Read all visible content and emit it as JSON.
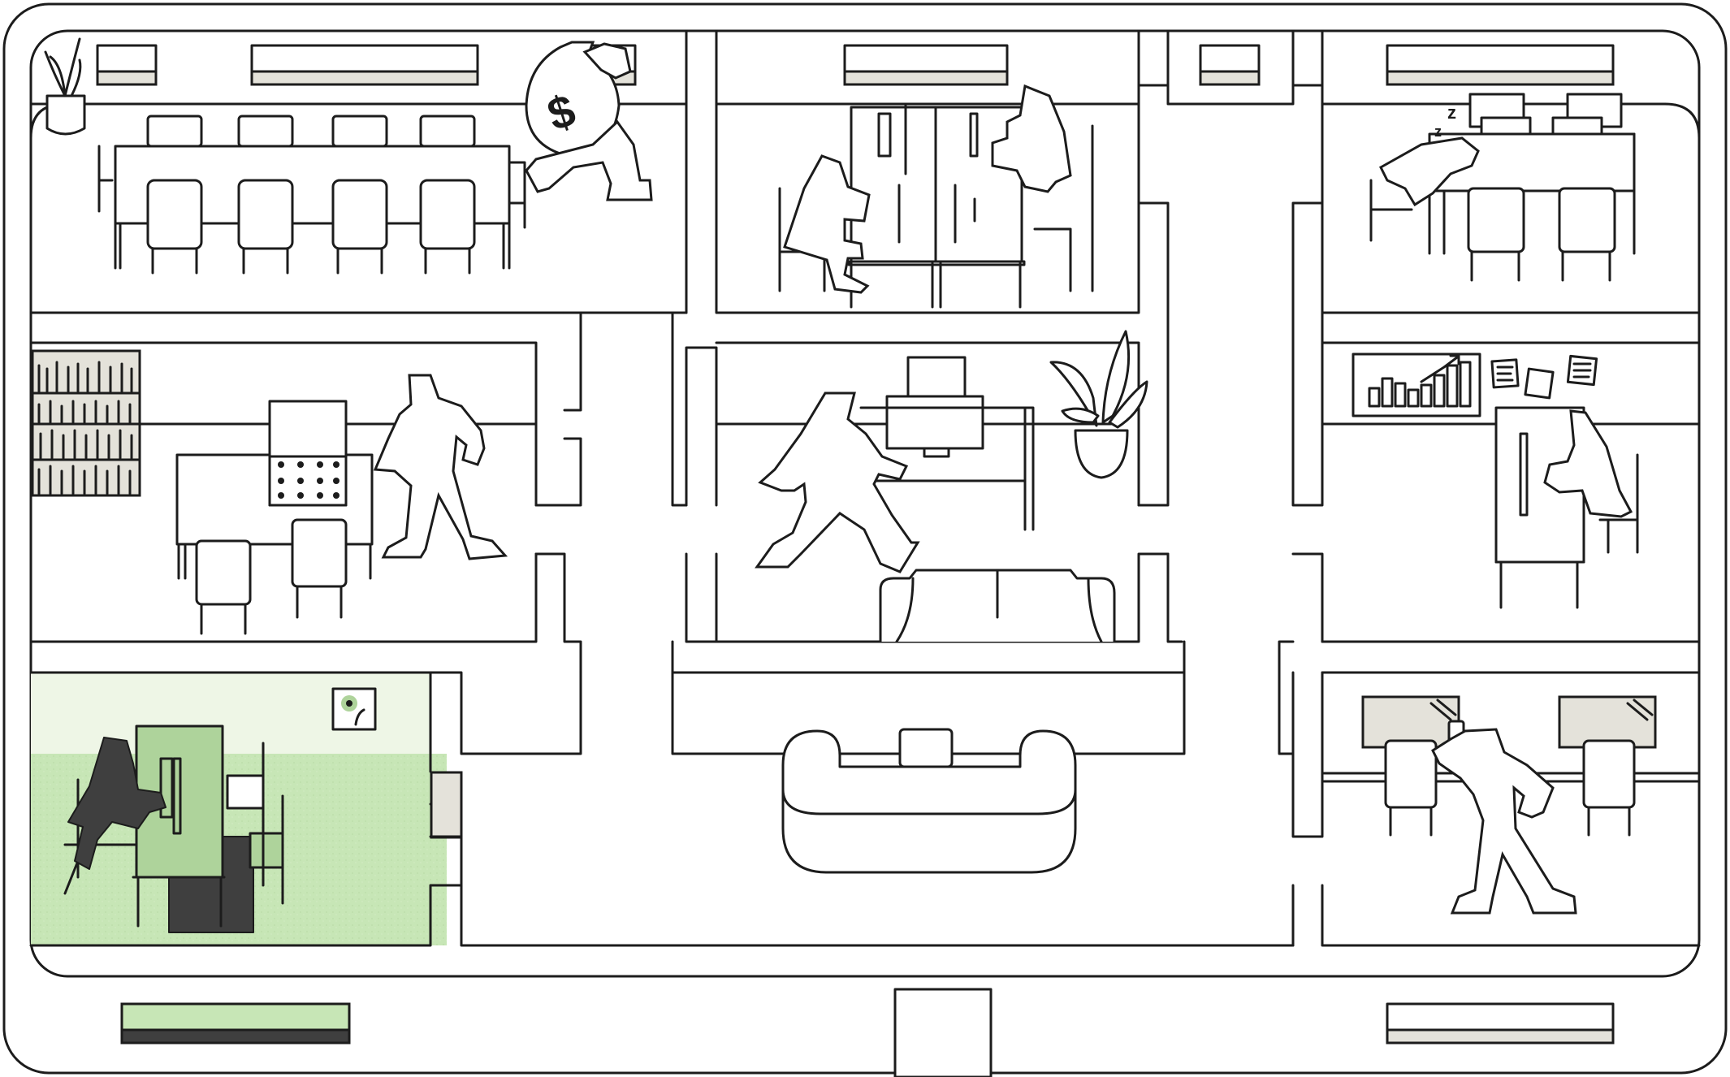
{
  "scene": {
    "description_free": true,
    "colors": {
      "outline": "#1c1c1c",
      "background": "#ffffff",
      "accent_green": "#aed39b",
      "light_green": "#c7e6b6",
      "pale_green": "#eef6e6",
      "shadow_dark": "#3f3f3f",
      "panel_grey": "#e4e2da"
    },
    "money_bag_symbol": "$",
    "sleep_symbols": [
      "z",
      "z"
    ],
    "icons": [
      "potted-plant-icon",
      "money-bag-icon",
      "bookshelf-icon",
      "bar-chart-icon",
      "sticky-note-icon",
      "sofa-icon",
      "flower-frame-icon",
      "phone-icon",
      "computer-monitor-icon"
    ],
    "chart_bar_levels": [
      0.35,
      0.55,
      0.45,
      0.3,
      0.4,
      0.6,
      0.8,
      0.9
    ],
    "highlighted_room": "bottom-left"
  }
}
